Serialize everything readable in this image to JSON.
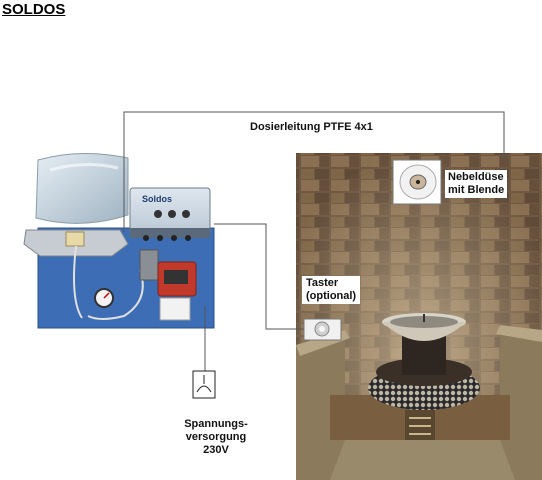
{
  "title": "SOLDOS",
  "labels": {
    "dosing_line": "Dosierleitung PTFE 4x1",
    "nozzle": [
      "Nebeldüse",
      "mit Blende"
    ],
    "button": [
      "Taster",
      "(optional)"
    ],
    "power": [
      "Spannungs-",
      "versorgung",
      "230V"
    ],
    "device_brand": "Soldos"
  },
  "colors": {
    "panel_blue": "#3d6db5",
    "line": "#555555",
    "pump_red": "#c0392b",
    "room_stone": "#7a6046"
  }
}
